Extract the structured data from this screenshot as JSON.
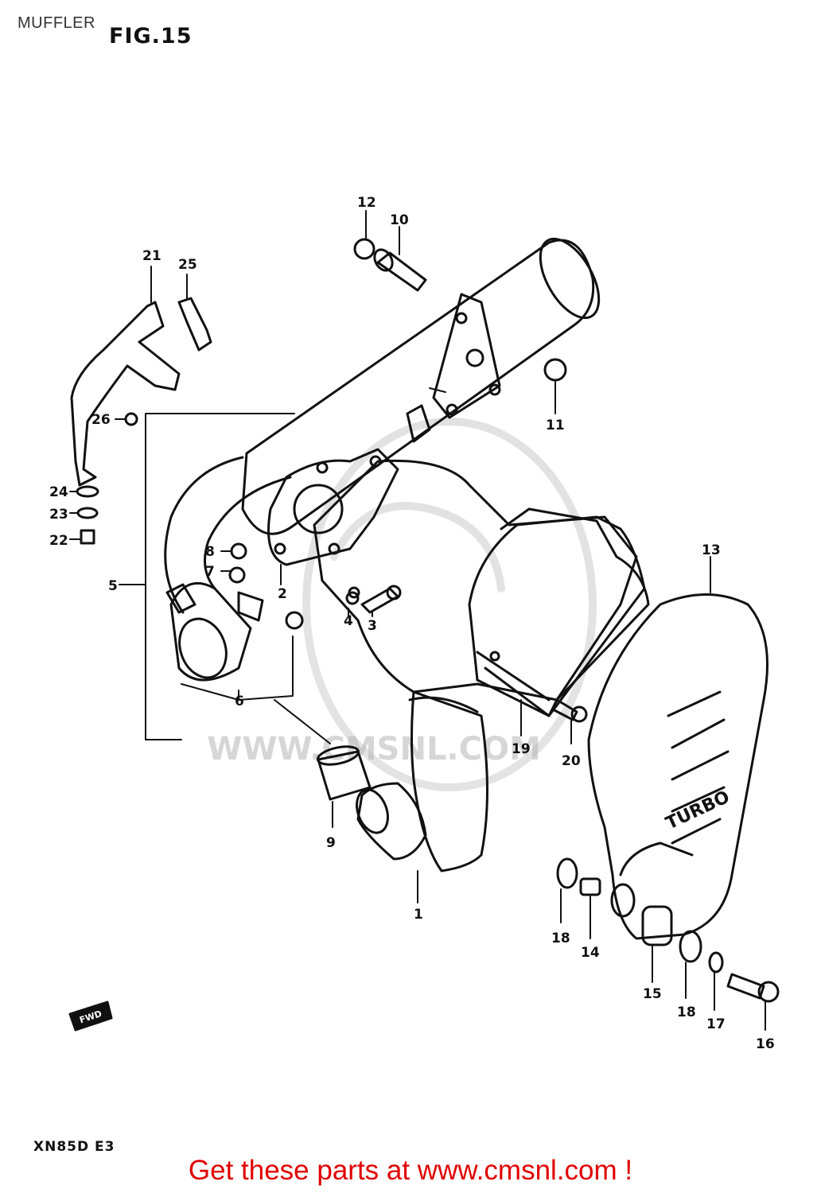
{
  "header": {
    "title": "MUFFLER",
    "figure": "FIG.15"
  },
  "diagram": {
    "model": "XN85D  E3",
    "watermark": "WWW.CMSNL.COM",
    "direction_marker": "FWD",
    "turbo_label": "TURBO",
    "callouts": [
      "1",
      "2",
      "3",
      "4",
      "5",
      "6",
      "7",
      "8",
      "9",
      "10",
      "11",
      "12",
      "13",
      "14",
      "15",
      "16",
      "17",
      "18",
      "18",
      "19",
      "20",
      "21",
      "22",
      "23",
      "24",
      "25",
      "26"
    ]
  },
  "footer": {
    "banner": "Get these parts at www.cmsnl.com !",
    "banner_color": "#e00000"
  }
}
